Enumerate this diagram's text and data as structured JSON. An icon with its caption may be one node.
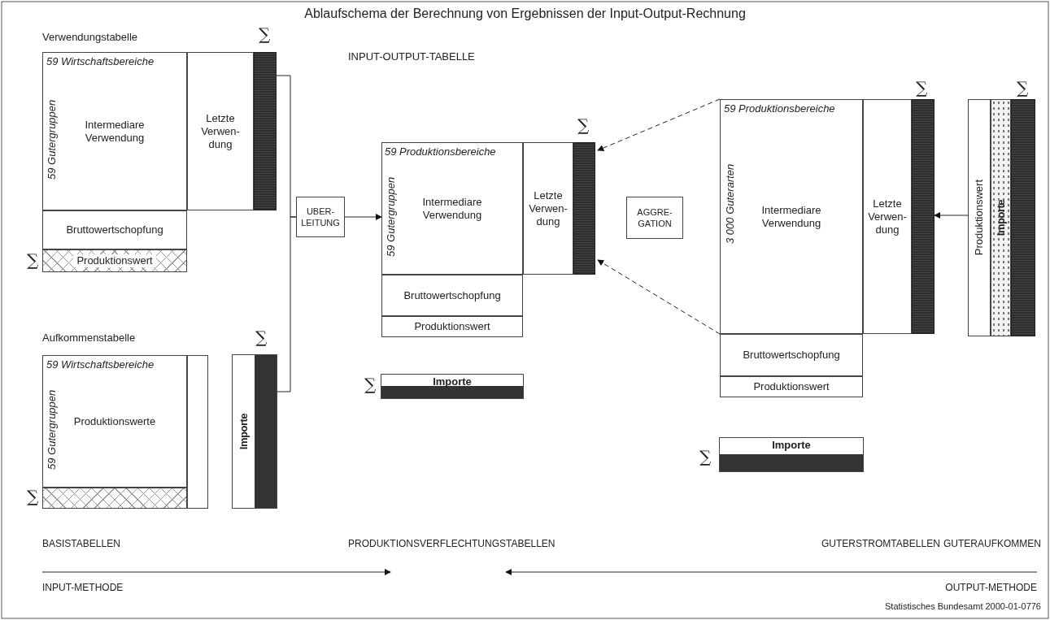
{
  "diagram": {
    "title": "Ablaufschema der Berechnung von Ergebnissen der Input-Output-Rechnung",
    "caption": "Statistisches Bundesamt 2000-01-0776",
    "nodes": [
      {
        "text": [
          "Verwendungstabelle"
        ]
      },
      {
        "text": [
          "Intermediare Verwendung"
        ],
        "in": 0
      },
      {
        "text": [
          "59 Wirtschaftsbereiche"
        ],
        "in": 1
      },
      {
        "text": [
          "59 Gutergruppen"
        ],
        "in": 1
      },
      {
        "text": [
          "Letzte Verwen- dung"
        ],
        "in": 0
      },
      {
        "text": [],
        "shape": "bar",
        "in": 0,
        "beside": [
          "∑"
        ]
      },
      {
        "text": [
          "Bruttowertschopfung"
        ],
        "in": 0
      },
      {
        "text": [
          "Produktionswert"
        ],
        "in": 0,
        "beside": [
          "∑"
        ]
      },
      {
        "text": [
          "Aufkommenstabelle"
        ]
      },
      {
        "text": [
          "Produktionswerte"
        ],
        "in": 8
      },
      {
        "text": [
          "59 Wirtschaftsbereiche"
        ],
        "in": 9
      },
      {
        "text": [
          "59 Gutergruppen"
        ],
        "in": 9
      },
      {
        "text": [],
        "shape": "bar",
        "in": 8,
        "beside": [
          "∑"
        ]
      },
      {
        "text": [],
        "shape": "box",
        "in": 8
      },
      {
        "text": [
          "Importe"
        ],
        "beside": [
          "∑"
        ]
      },
      {
        "text": [
          "UBER- LEITUNG"
        ]
      },
      {
        "text": [
          "INPUT-OUTPUT-TABELLE"
        ]
      },
      {
        "text": [
          "Intermediare Verwendung"
        ],
        "in": 16
      },
      {
        "text": [
          "59 Produktionsbereiche"
        ],
        "in": 17
      },
      {
        "text": [
          "59 Gutergruppen"
        ],
        "in": 17
      },
      {
        "text": [
          "Letzte Verwen- dung"
        ],
        "in": 16
      },
      {
        "text": [],
        "shape": "bar",
        "in": 16,
        "beside": [
          "∑"
        ]
      },
      {
        "text": [
          "Bruttowertschopfung"
        ],
        "in": 16
      },
      {
        "text": [
          "Produktionswert"
        ],
        "in": 16
      },
      {
        "text": [
          "Importe"
        ],
        "in": 16,
        "beside": [
          "∑"
        ]
      },
      {
        "text": [
          "AGGRE- GATION"
        ]
      },
      {
        "text": [
          "Intermediare Verwendung"
        ]
      },
      {
        "text": [
          "59 Produktionsbereiche"
        ],
        "in": 26
      },
      {
        "text": [
          "3 000 Guterarten"
        ],
        "in": 26
      },
      {
        "text": [
          "Letzte Verwen- dung"
        ]
      },
      {
        "text": [],
        "shape": "bar",
        "beside": [
          "∑"
        ]
      },
      {
        "text": [
          "Bruttowertschopfung"
        ]
      },
      {
        "text": [
          "Produktionswert"
        ]
      },
      {
        "text": [
          "Importe"
        ],
        "beside": [
          "∑"
        ]
      },
      {
        "text": [
          "Produktionswert"
        ]
      },
      {
        "text": [
          "Importe"
        ]
      },
      {
        "text": [],
        "shape": "bar",
        "beside": [
          "∑"
        ]
      }
    ],
    "edges": [
      {
        "from": 5,
        "to": 15,
        "arrow": "none"
      },
      {
        "from": 14,
        "to": 15,
        "arrow": "none"
      },
      {
        "from": 15,
        "to": 17,
        "arrow": "to"
      },
      {
        "from": 26,
        "to": 21,
        "arrow": "to",
        "style": "dashed"
      },
      {
        "from": 26,
        "to": 21,
        "arrow": "to",
        "style": "dashed"
      },
      {
        "from": 34,
        "to": 30,
        "arrow": "to"
      }
    ],
    "labels": [
      "BASISTABELLEN",
      "PRODUKTIONSVERFLECHTUNGSTABELLEN",
      "GUTERSTROMTABELLEN",
      "GUTERAUFKOMMEN",
      "INPUT-METHODE",
      "OUTPUT-METHODE"
    ]
  }
}
